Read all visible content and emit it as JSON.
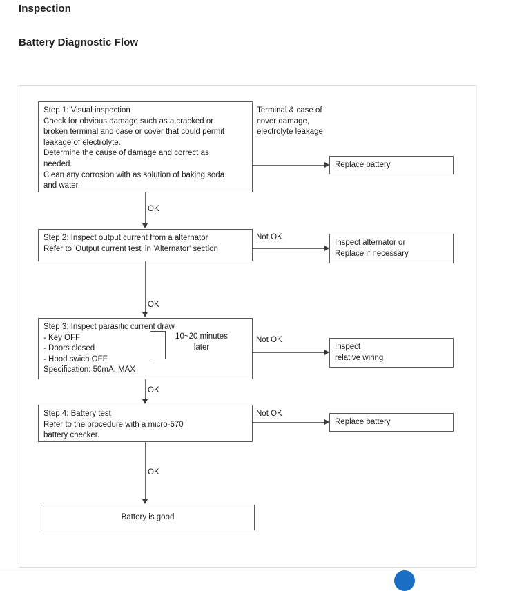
{
  "page": {
    "heading": "Inspection",
    "subheading": "Battery Diagnostic Flow"
  },
  "colors": {
    "text": "#1d1d1d",
    "heading": "#222222",
    "box_border": "#5a5a5a",
    "card_border": "#dcdcdc",
    "connector": "#6a6a6a",
    "accent_fab": "#1a6fc4"
  },
  "flow": {
    "steps": [
      {
        "id": "step1",
        "text": "Step 1: Visual inspection\nCheck for obvious damage such as a cracked or\nbroken terminal and case or cover that could permit\nleakage of electrolyte.\nDetermine the cause of damage and correct as\nneeded.\nClean any corrosion with as solution of baking soda\nand water."
      },
      {
        "id": "step2",
        "text": "Step 2: Inspect output current from a alternator\nRefer to 'Output current test' in 'Alternator' section"
      },
      {
        "id": "step3",
        "text": "Step 3: Inspect parasitic current draw\n - Key OFF\n - Doors closed\n - Hood swich OFF\n    Specification: 50mA. MAX",
        "note": "10~20 minutes\nlater"
      },
      {
        "id": "step4",
        "text": "Step 4: Battery test\nRefer to the procedure with a micro-570\nbattery checker."
      }
    ],
    "annotations": {
      "terminal_condition": "Terminal  &  case of\ncover damage,\nelectrolyte leakage"
    },
    "branch_labels": {
      "not_ok": "Not OK",
      "ok": "OK"
    },
    "results": [
      {
        "id": "res1",
        "text": "Replace battery"
      },
      {
        "id": "res2",
        "text": "Inspect alternator or\nReplace if necessary"
      },
      {
        "id": "res3",
        "text": "Inspect\nrelative wiring"
      },
      {
        "id": "res4",
        "text": "Replace battery"
      }
    ],
    "final": "Battery is good"
  }
}
